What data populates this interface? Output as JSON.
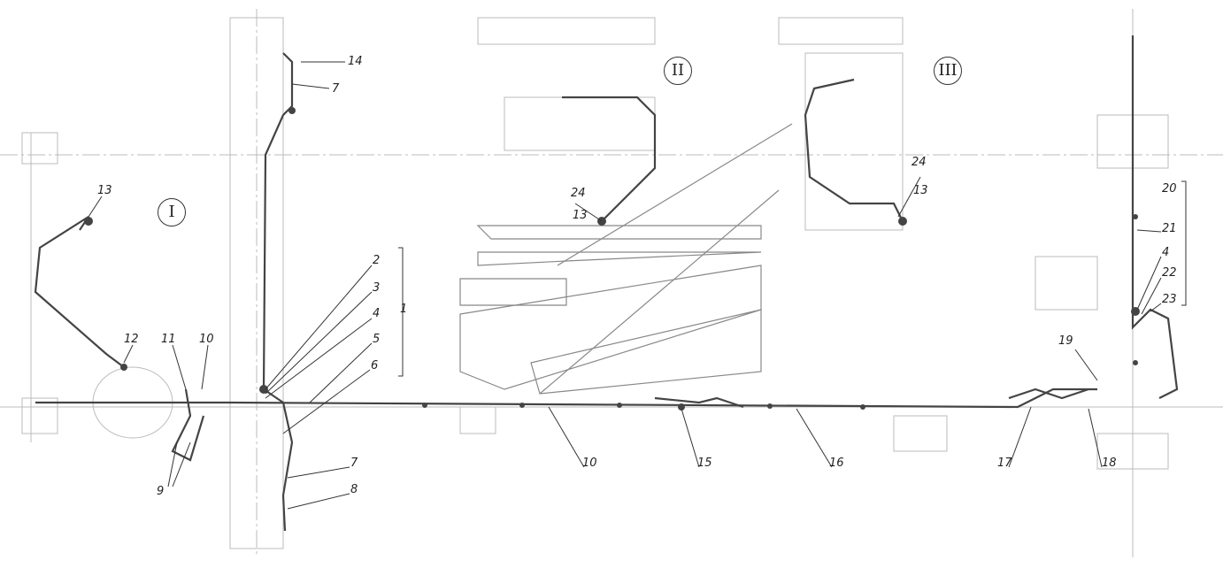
{
  "views": {
    "v1": "I",
    "v2": "II",
    "v3": "III"
  },
  "labels": {
    "l14": "14",
    "l7a": "7",
    "l13a": "13",
    "l12": "12",
    "l11": "11",
    "l10a": "10",
    "l2": "2",
    "l3": "3",
    "l4a": "4",
    "l5": "5",
    "l6": "6",
    "l1": "1",
    "l9": "9",
    "l7b": "7",
    "l8": "8",
    "l10b": "10",
    "l15": "15",
    "l16": "16",
    "l17": "17",
    "l18": "18",
    "l24a": "24",
    "l13b": "13",
    "l24b": "24",
    "l13c": "13",
    "l19": "19",
    "l20": "20",
    "l21": "21",
    "l4b": "4",
    "l22": "22",
    "l23": "23"
  },
  "colors": {
    "line": "#555555",
    "faint": "#aaaaaa"
  }
}
